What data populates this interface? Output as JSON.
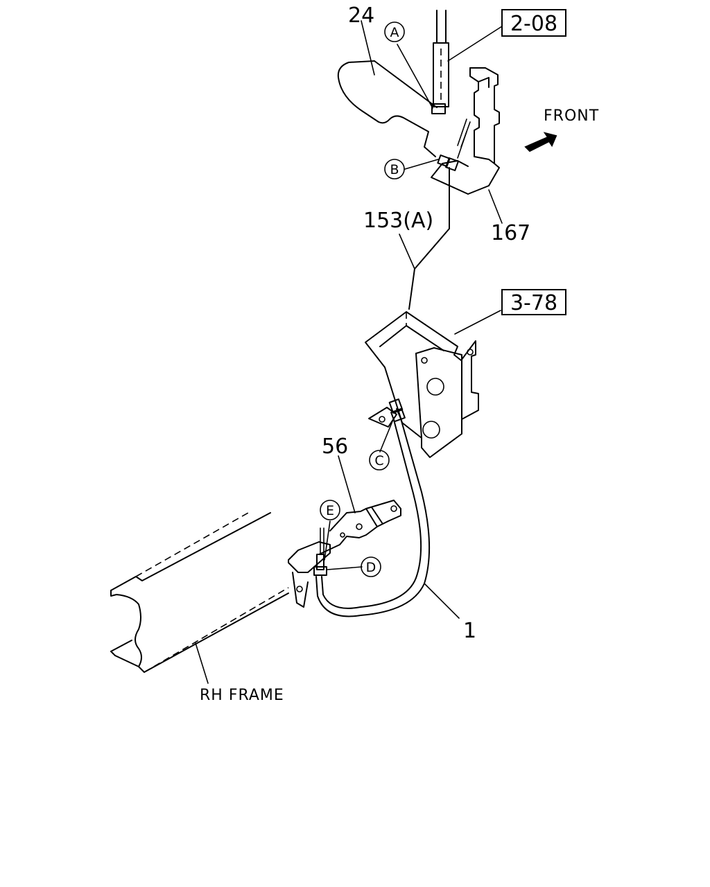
{
  "callouts": {
    "part_24": "24",
    "part_153a": "153(A)",
    "part_167": "167",
    "part_56": "56",
    "part_1": "1",
    "ref_2_08": "2-08",
    "ref_3_78": "3-78"
  },
  "circles": {
    "a": "A",
    "b": "B",
    "c": "C",
    "d": "D",
    "e": "E"
  },
  "notes": {
    "front": "FRONT",
    "rh_frame": "RH FRAME"
  }
}
